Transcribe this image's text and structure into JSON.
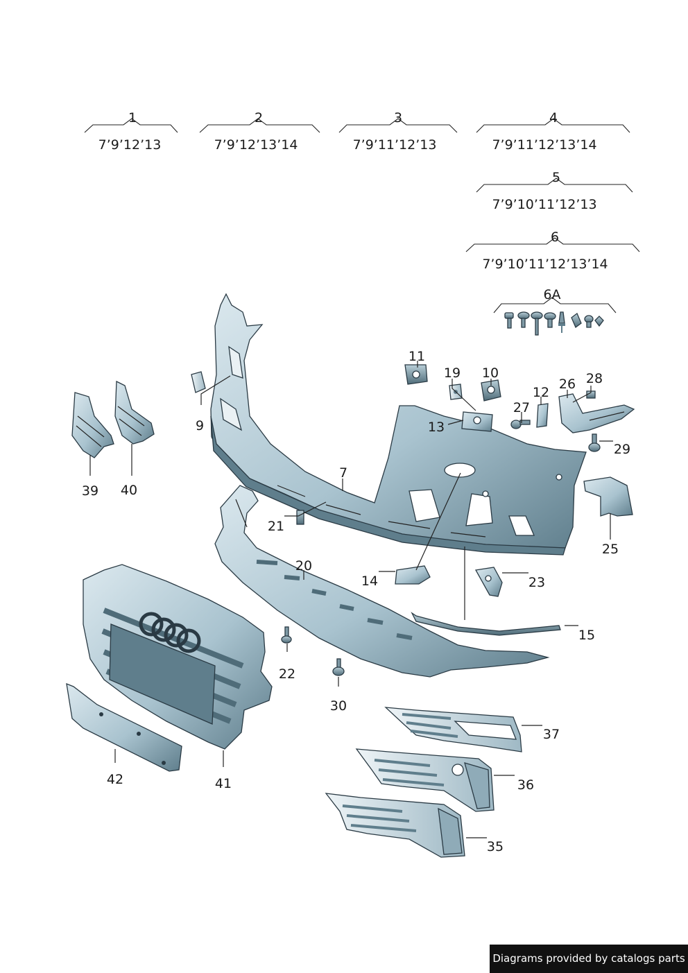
{
  "groups": [
    {
      "label": "1",
      "applies": "7’9’12’13"
    },
    {
      "label": "2",
      "applies": "7’9’12’13’14"
    },
    {
      "label": "3",
      "applies": "7’9’11’12’13"
    },
    {
      "label": "4",
      "applies": "7’9’11’12’13’14"
    },
    {
      "label": "5",
      "applies": "7’9’10’11’12’13"
    },
    {
      "label": "6",
      "applies": "7’9’10’11’12’13’14"
    },
    {
      "label": "6A",
      "applies": ""
    }
  ],
  "callouts": [
    "7",
    "9",
    "10",
    "11",
    "12",
    "13",
    "14",
    "15",
    "19",
    "20",
    "21",
    "22",
    "23",
    "25",
    "26",
    "27",
    "28",
    "29",
    "30",
    "35",
    "36",
    "37",
    "39",
    "40",
    "41",
    "42"
  ],
  "credit": "Diagrams provided by catalogs parts",
  "colors": {
    "part_fill": "#a9c3cf",
    "part_dark": "#6f8d9b",
    "part_light": "#dbe8ee",
    "line": "#222222"
  }
}
